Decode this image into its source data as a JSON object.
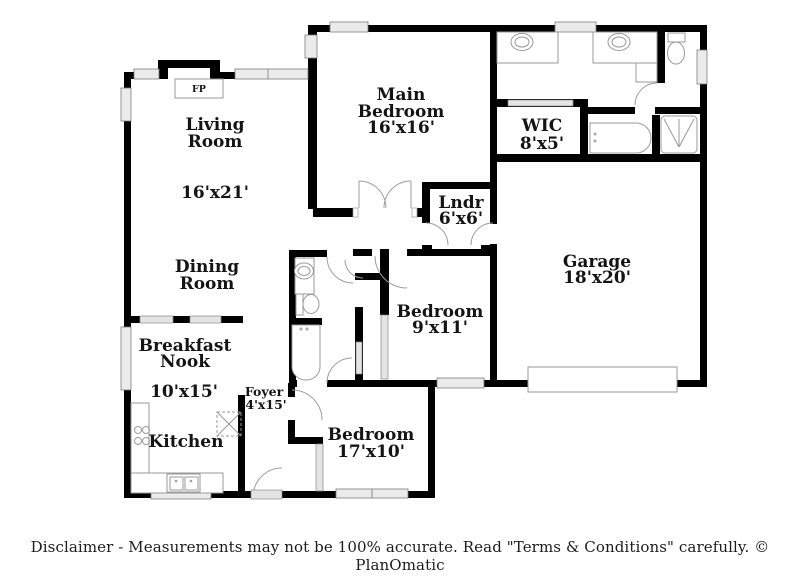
{
  "floor_plan": {
    "rooms": {
      "living": {
        "name_lines": [
          "Living",
          "Room"
        ],
        "dims": "16'x21'"
      },
      "dining": {
        "name_lines": [
          "Dining",
          "Room"
        ],
        "dims": ""
      },
      "main_bedroom": {
        "name_lines": [
          "Main",
          "Bedroom"
        ],
        "dims": "16'x16'"
      },
      "wic": {
        "name_lines": [
          "WIC"
        ],
        "dims": "8'x5'"
      },
      "laundry": {
        "name_lines": [
          "Lndr"
        ],
        "dims": "6'x6'"
      },
      "garage": {
        "name_lines": [
          "Garage"
        ],
        "dims": "18'x20'"
      },
      "bedroom2": {
        "name_lines": [
          "Bedroom"
        ],
        "dims": "9'x11'"
      },
      "bedroom3": {
        "name_lines": [
          "Bedroom"
        ],
        "dims": "17'x10'"
      },
      "breakfast": {
        "name_lines": [
          "Breakfast",
          "Nook"
        ],
        "dims": "10'x15'"
      },
      "foyer": {
        "name_lines": [
          "Foyer"
        ],
        "dims": "4'x15'"
      },
      "kitchen": {
        "name_lines": [
          "Kitchen"
        ],
        "dims": ""
      },
      "fireplace": {
        "name_lines": [
          "FP"
        ],
        "dims": ""
      }
    },
    "footer": {
      "disclaimer": "Disclaimer - Measurements may not be 100% accurate. Read \"Terms & Conditions\" carefully. © PlanOmatic"
    },
    "colors": {
      "wall": "#000000",
      "window_fill": "#ebebeb",
      "fixture_stroke": "#9a9a9a",
      "text": "#141414",
      "background": "#ffffff"
    }
  }
}
